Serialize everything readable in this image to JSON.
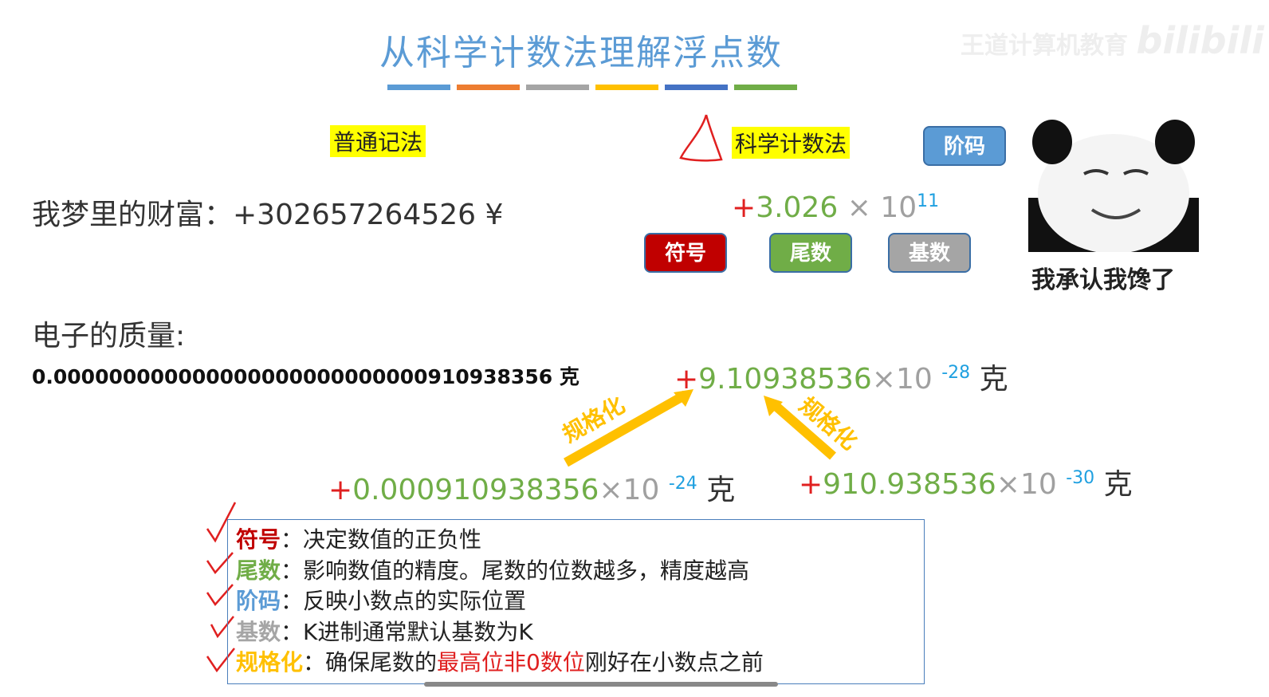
{
  "watermark": {
    "org": "王道计算机教育",
    "site": "bilibili"
  },
  "title": "从科学计数法理解浮点数",
  "title_bar_colors": [
    "#5b9bd5",
    "#ed7d31",
    "#a5a5a5",
    "#ffc000",
    "#4472c4",
    "#70ad47"
  ],
  "labels": {
    "normal": "普通记法",
    "scientific": "科学计数法"
  },
  "wealth": {
    "label": "我梦里的财富：",
    "value": "+302657264526 ¥",
    "sci_sign": "+",
    "sci_mantissa": "3.026",
    "times": "×",
    "base": "10",
    "exp": "11"
  },
  "tags": {
    "sign": "符号",
    "mantissa": "尾数",
    "exponent": "阶码",
    "radix": "基数"
  },
  "meme": {
    "caption": "我承认我馋了"
  },
  "electron": {
    "label": "电子的质量:",
    "value": "0.000000000000000000000000000910938356 克",
    "norm": {
      "sign": "+",
      "mantissa": "9.10938536",
      "times": "×",
      "base": "10",
      "exp": "-28",
      "unit": "克"
    },
    "left": {
      "sign": "+",
      "mantissa": "0.000910938356",
      "times": "×",
      "base": "10",
      "exp": "-24",
      "unit": "克"
    },
    "right": {
      "sign": "+",
      "mantissa": "910.938536",
      "times": "×",
      "base": "10",
      "exp": "-30",
      "unit": "克"
    },
    "arrow_label": "规格化"
  },
  "info": [
    {
      "term": "符号",
      "sep": "：",
      "desc": "决定数值的正负性",
      "color": "#c00000"
    },
    {
      "term": "尾数",
      "sep": "：",
      "desc": "影响数值的精度。尾数的位数越多，精度越高",
      "color": "#70ad47"
    },
    {
      "term": "阶码",
      "sep": "：",
      "desc": "反映小数点的实际位置",
      "color": "#5b9bd5"
    },
    {
      "term": "基数",
      "sep": "：",
      "desc": "K进制通常默认基数为K",
      "color": "#a5a5a5"
    },
    {
      "term": "规格化",
      "sep": "：",
      "desc": "确保尾数的",
      "desc_hl": "最高位非0数位",
      "desc_tail": "刚好在小数点之前",
      "color": "#ffc000"
    }
  ]
}
